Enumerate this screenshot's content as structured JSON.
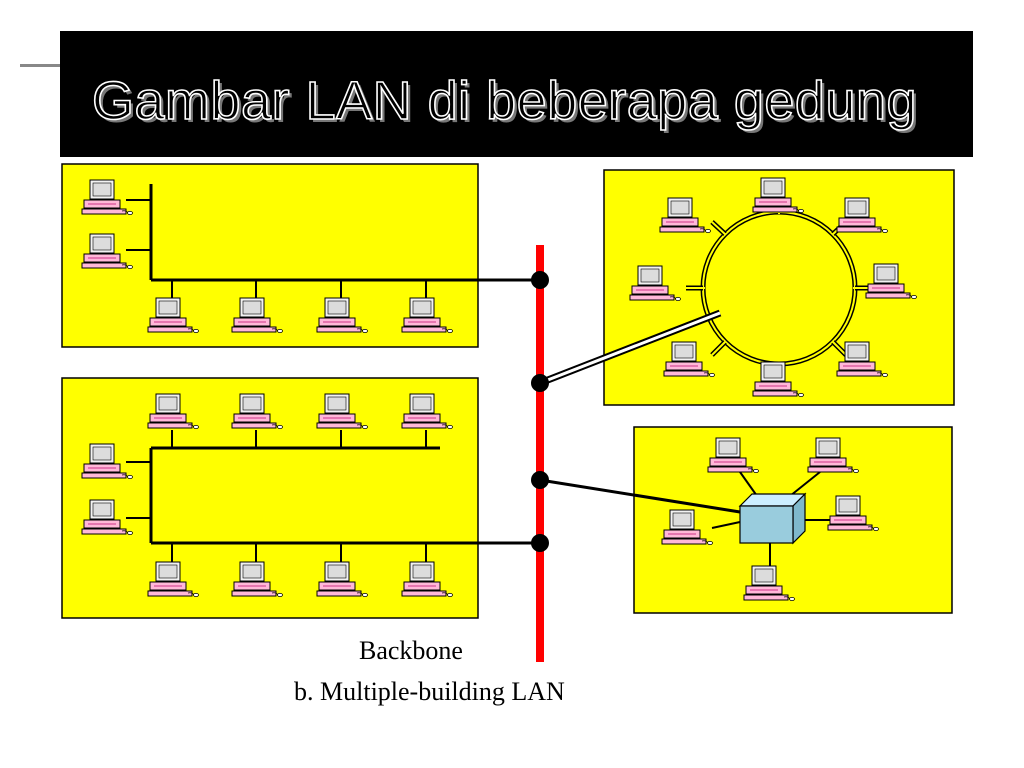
{
  "title": "Gambar LAN di beberapa gedung",
  "backbone_label": "Backbone",
  "caption": "b. Multiple-building LAN",
  "colors": {
    "building_fill": "#ffff00",
    "backbone": "#ff0000",
    "hub_fill": "#99ccdd",
    "title_bar": "#000000",
    "monitor_screen": "#e6e6e6",
    "keyboard": "#ffb8d8"
  },
  "diagram": {
    "buildings": [
      {
        "name": "bus-building",
        "topology": "bus",
        "computers": 6
      },
      {
        "name": "ring-building",
        "topology": "ring",
        "computers": 8
      },
      {
        "name": "bus-building-2",
        "topology": "bus",
        "computers": 10
      },
      {
        "name": "star-building",
        "topology": "star",
        "computers": 5
      }
    ],
    "backbone_connections": 4
  }
}
